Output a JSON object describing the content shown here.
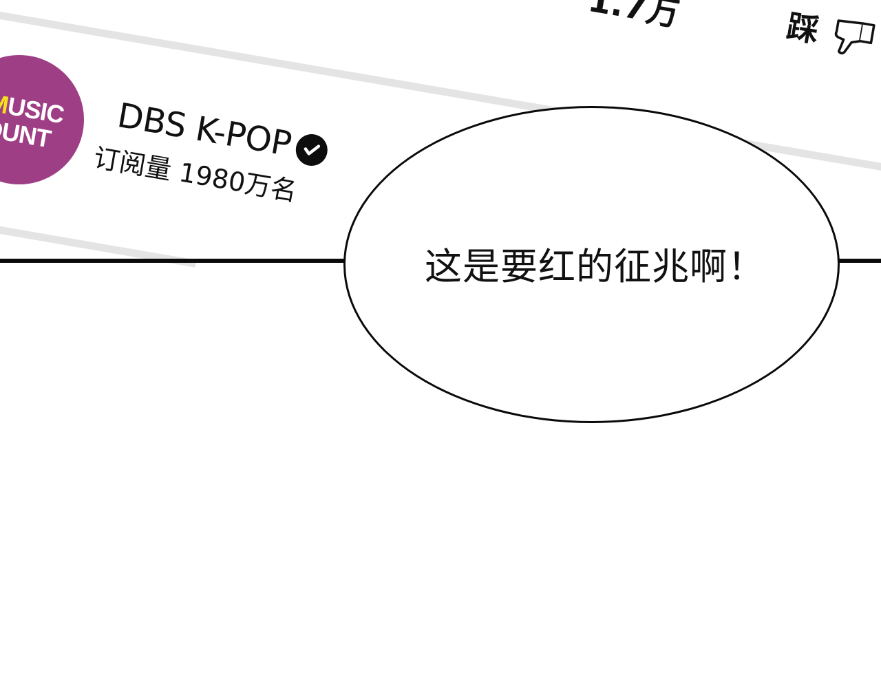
{
  "channel_card": {
    "avatar": {
      "line1_highlight": "M",
      "line1_rest": "USIC",
      "line2": "OUNT",
      "background_color": "#9e3f86",
      "highlight_color": "#f6e21c",
      "text_color": "#ffffff"
    },
    "channel_name": "DBS K-POP",
    "verified_icon": "verified-check-icon",
    "subscribers": "订阅量 1980万名",
    "partial_count": "1.7万",
    "dislike": {
      "label": "踩",
      "icon": "thumbs-down-icon"
    },
    "stripe_color": "#e4e4e4"
  },
  "speech_bubble": {
    "text": "这是要红的征兆啊！"
  },
  "panel": {
    "line_color": "#0a0a0a",
    "background": "#ffffff"
  }
}
